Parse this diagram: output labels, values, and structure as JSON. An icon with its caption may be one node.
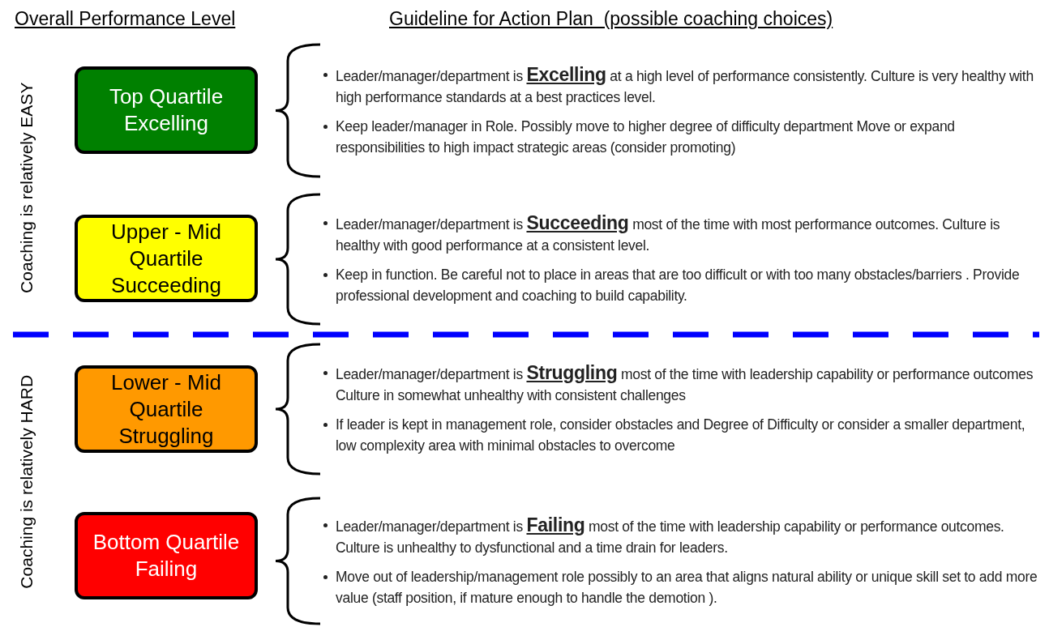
{
  "diagram": {
    "nodes": [
      {
        "text": [
          "Top Quartile Excelling"
        ]
      },
      {
        "text": [
          "Upper - Mid Quartile Succeeding"
        ]
      },
      {
        "text": [
          "Lower - Mid Quartile Struggling"
        ]
      },
      {
        "text": [
          "Bottom Quartile Failing"
        ]
      }
    ],
    "labels": [
      "Overall Performance Level",
      "Guideline for Action Plan  (possible coaching choices)",
      "Coaching is relatively EASY",
      "Coaching is relatively HARD",
      "Leader/manager/department is **Excelling** at a high level of performance consistently. Culture is very healthy with high performance standards at a best practices level.",
      "Keep leader/manager in Role. Possibly move to higher degree of difficulty department Move or expand responsibilities  to high impact strategic areas (consider promoting)",
      "Leader/manager/department is **Succeeding** most of the time with most performance outcomes. Culture is healthy with good performance at a consistent level.",
      "Keep in  function.  Be careful not to place in areas that are too difficult or with too many obstacles/barriers . Provide professional development and coaching to build capability.",
      "Leader/manager/department is **Struggling** most of the time with leadership capability or performance outcomes  Culture in somewhat unhealthy with consistent challenges",
      "If leader is kept  in management role, consider  obstacles and Degree of Difficulty or consider a smaller  department, low complexity area with minimal obstacles to overcome",
      "Leader/manager/department is **Failing** most of the time with leadership capability or performance outcomes.  Culture is unhealthy to dysfunctional and a time drain for leaders.",
      "Move out of leadership/management  role possibly to an area that aligns natural ability or unique skill set to add more value (staff position, if mature enough to handle the demotion )."
    ]
  }
}
